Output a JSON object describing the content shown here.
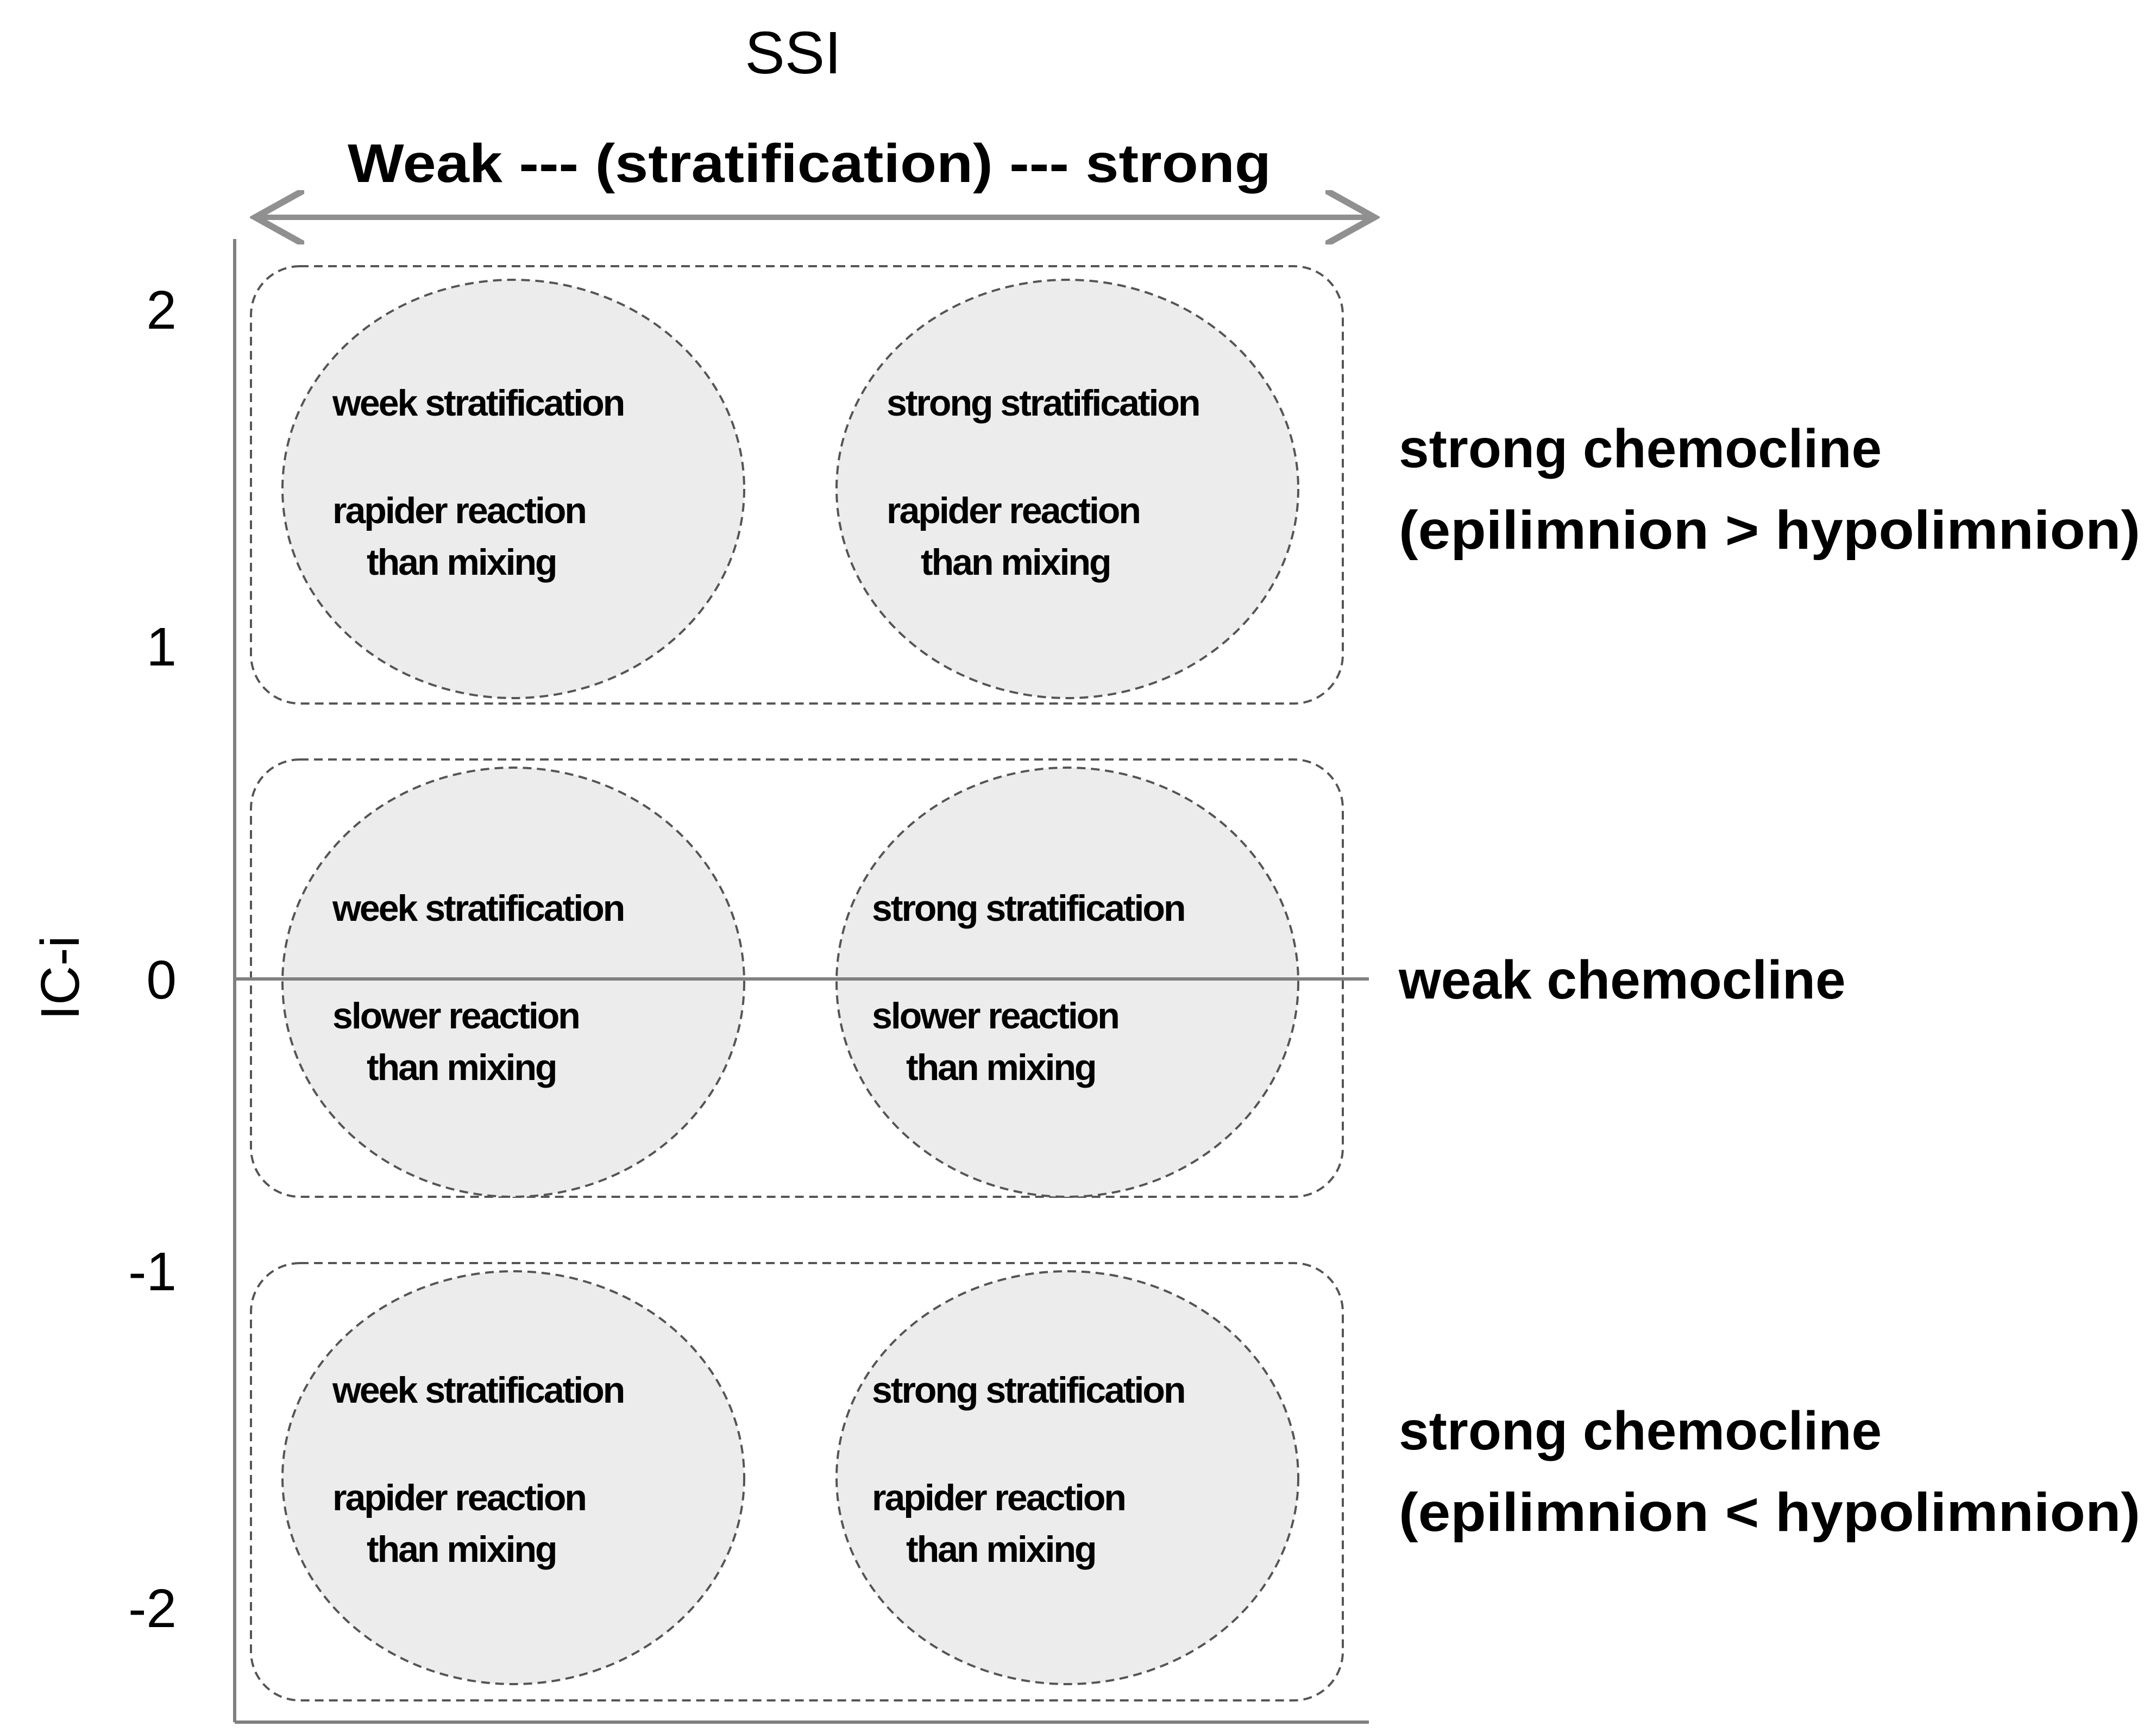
{
  "figure": {
    "top_axis": {
      "title": "SSI",
      "label": "Weak --- (stratification) --- strong"
    },
    "left_axis": {
      "title": "IC-i",
      "ticks": [
        "2",
        "1",
        "0",
        "-1",
        "-2"
      ]
    },
    "rows": [
      {
        "label_lines": [
          "strong chemocline",
          "(epilimnion > hypolimnion)"
        ],
        "cells": [
          {
            "line1": "week stratification",
            "line2": "rapider reaction",
            "line3": "than mixing"
          },
          {
            "line1": "strong stratification",
            "line2": "rapider reaction",
            "line3": "than mixing"
          }
        ]
      },
      {
        "label_lines": [
          "weak chemocline"
        ],
        "cells": [
          {
            "line1": "week stratification",
            "line2": "slower reaction",
            "line3": "than mixing"
          },
          {
            "line1": "strong stratification",
            "line2": "slower reaction",
            "line3": "than mixing"
          }
        ]
      },
      {
        "label_lines": [
          "strong chemocline",
          "(epilimnion < hypolimnion)"
        ],
        "cells": [
          {
            "line1": "week stratification",
            "line2": "rapider reaction",
            "line3": "than mixing"
          },
          {
            "line1": "strong stratification",
            "line2": "rapider reaction",
            "line3": "than mixing"
          }
        ]
      }
    ],
    "colors": {
      "ellipse_fill": "#ececec",
      "dashed_stroke": "#555555",
      "axis_line": "#808080",
      "arrow": "#909090"
    }
  }
}
